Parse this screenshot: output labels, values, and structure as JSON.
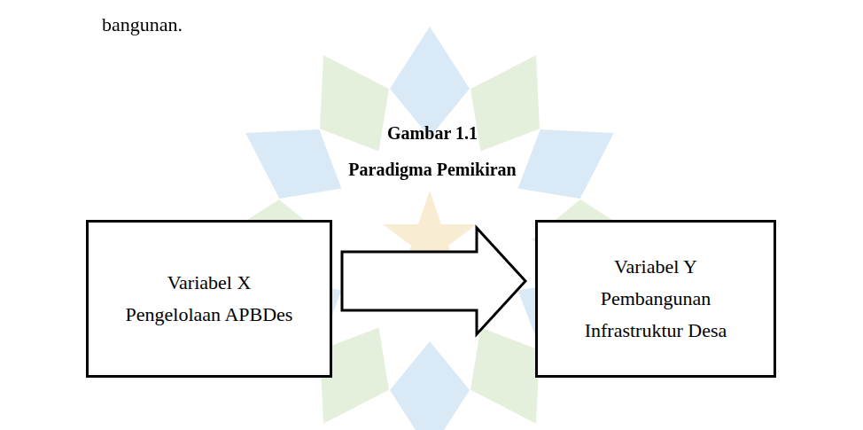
{
  "diagram": {
    "title": "Gambar 1.1",
    "nodes": [
      {
        "text": [
          "Variabel X",
          "Pengelolaan APBDes"
        ]
      },
      {
        "text": [
          "Variabel Y",
          "Pembangunan Infrastruktur Desa"
        ]
      }
    ],
    "edges": [
      {
        "from": 0,
        "to": 1,
        "arrow": "to"
      }
    ],
    "labels": [
      "bangunan.",
      "Paradigma Pemikiran"
    ]
  }
}
